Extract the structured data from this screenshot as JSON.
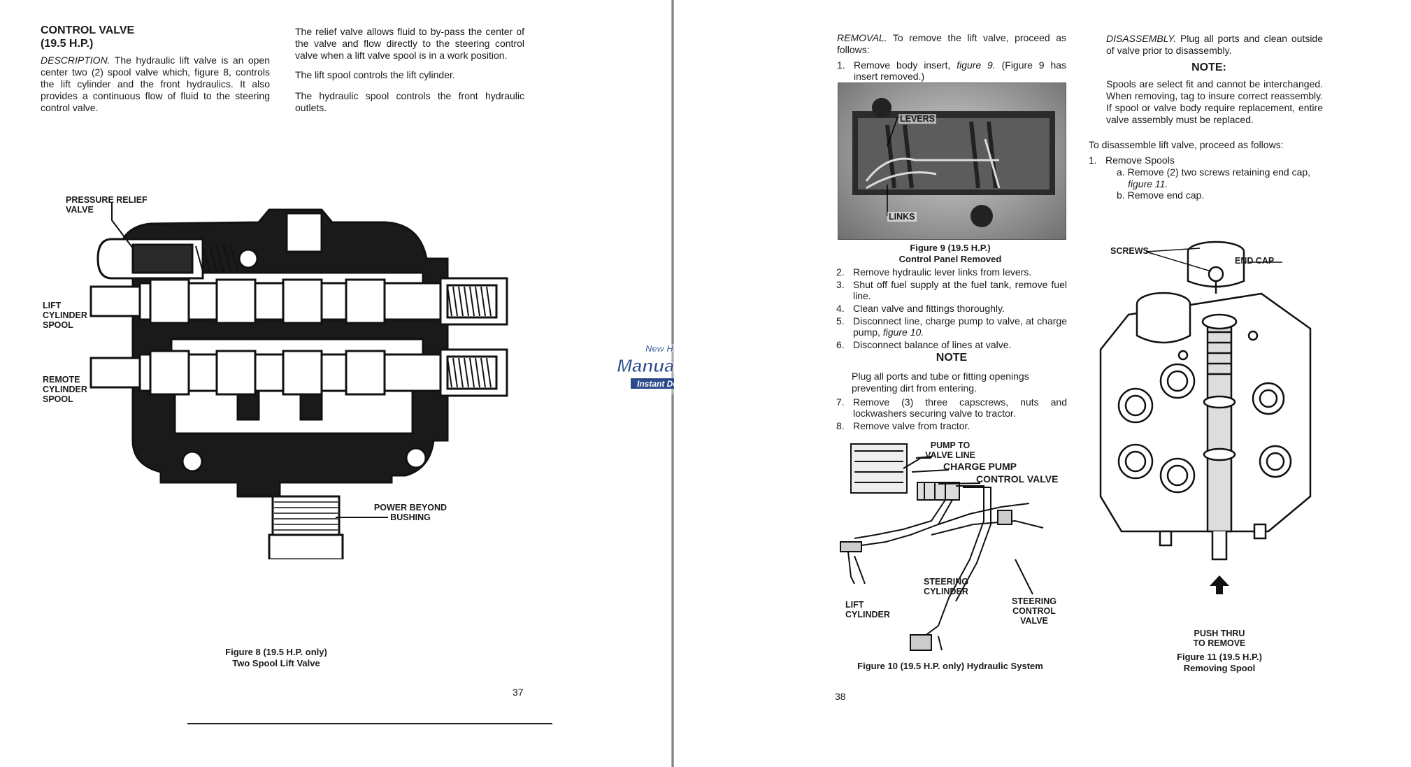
{
  "left_page": {
    "heading_line1": "CONTROL VALVE",
    "heading_line2": "(19.5 H.P.)",
    "description_lead": "DESCRIPTION.",
    "description_body": "The hydraulic lift valve is an open center two (2) spool valve which, figure 8, controls the lift cylinder and the front hydraulics. It also provides a continuous flow of fluid to the steering control valve.",
    "para_relief": "The relief valve allows fluid to by-pass the center of the valve and flow directly to the steering control valve when a lift valve spool is in a work position.",
    "para_lift_spool": "The lift spool controls the lift cylinder.",
    "para_hydraulic_spool": "The hydraulic spool controls the front hydraulic outlets.",
    "figure8_labels": {
      "pressure_relief_1": "PRESSURE RELIEF",
      "pressure_relief_2": "VALVE",
      "lift_1": "LIFT",
      "lift_2": "CYLINDER",
      "lift_3": "SPOOL",
      "remote_1": "REMOTE",
      "remote_2": "CYLINDER",
      "remote_3": "SPOOL",
      "power_1": "POWER BEYOND",
      "power_2": "BUSHING"
    },
    "figure8_caption_1": "Figure 8 (19.5 H.P. only)",
    "figure8_caption_2": "Two Spool Lift Valve",
    "page_number": "37"
  },
  "watermark": {
    "line1": "New Holland",
    "line2": "Manual Vault",
    "line3": "Instant Download"
  },
  "right_page": {
    "removal_lead": "REMOVAL.",
    "removal_body": "To remove the lift valve, proceed as follows:",
    "step1_num": "1.",
    "step1_a": "Remove body insert,",
    "step1_ref": "figure 9.",
    "step1_b": "(Figure 9 has insert removed.)",
    "figure9_labels": {
      "levers": "LEVERS",
      "links": "LINKS"
    },
    "figure9_caption_1": "Figure 9 (19.5 H.P.)",
    "figure9_caption_2": "Control Panel Removed",
    "steps_mid": [
      {
        "num": "2.",
        "text": "Remove hydraulic lever links from levers."
      },
      {
        "num": "3.",
        "text": "Shut off fuel supply at the fuel tank, remove fuel line."
      },
      {
        "num": "4.",
        "text": "Clean valve and fittings thoroughly."
      }
    ],
    "step5_num": "5.",
    "step5_a": "Disconnect line, charge pump to valve, at charge pump,",
    "step5_ref": "figure 10.",
    "step6": {
      "num": "6.",
      "text": "Disconnect balance of lines at valve."
    },
    "note1_heading": "NOTE",
    "note1_text": "Plug all ports and tube or fitting openings preventing dirt from entering.",
    "steps_end": [
      {
        "num": "7.",
        "text": "Remove (3) three capscrews, nuts and lockwashers securing valve to tractor."
      },
      {
        "num": "8.",
        "text": "Remove valve from tractor."
      }
    ],
    "figure10_labels": {
      "pump_1": "PUMP TO",
      "pump_2": "VALVE LINE",
      "charge_pump": "CHARGE PUMP",
      "control_valve": "CONTROL VALVE",
      "steering_cyl_1": "STEERING",
      "steering_cyl_2": "CYLINDER",
      "lift_cyl_1": "LIFT",
      "lift_cyl_2": "CYLINDER",
      "steer_ctrl_1": "STEERING",
      "steer_ctrl_2": "CONTROL",
      "steer_ctrl_3": "VALVE"
    },
    "figure10_caption": "Figure 10 (19.5 H.P. only) Hydraulic System",
    "page_number": "38",
    "disassembly_lead": "DISASSEMBLY.",
    "disassembly_body": "Plug all ports and clean outside of valve prior to disassembly.",
    "note2_heading": "NOTE:",
    "note2_text": "Spools are select fit and cannot be interchanged. When removing, tag to insure correct reassembly. If spool or valve body require replacement, entire valve assembly must be replaced.",
    "disassemble_intro": "To disassemble lift valve, proceed as follows:",
    "dis_step1_num": "1.",
    "dis_step1": "Remove Spools",
    "dis_step_a_label": "a.",
    "dis_step_a_text": "Remove (2) two screws retaining end cap,",
    "dis_step_a_ref": "figure 11.",
    "dis_step_b_label": "b.",
    "dis_step_b_text": "Remove end cap.",
    "figure11_labels": {
      "screws": "SCREWS",
      "end_cap": "END CAP",
      "push_1": "PUSH THRU",
      "push_2": "TO REMOVE"
    },
    "figure11_caption_1": "Figure 11 (19.5 H.P.)",
    "figure11_caption_2": "Removing Spool"
  },
  "colors": {
    "ink": "#1a1a1a",
    "watermark_fill": "#2c4a8c",
    "watermark_outline": "#ffffff",
    "gutter_shadow": "#6a6a6a"
  }
}
